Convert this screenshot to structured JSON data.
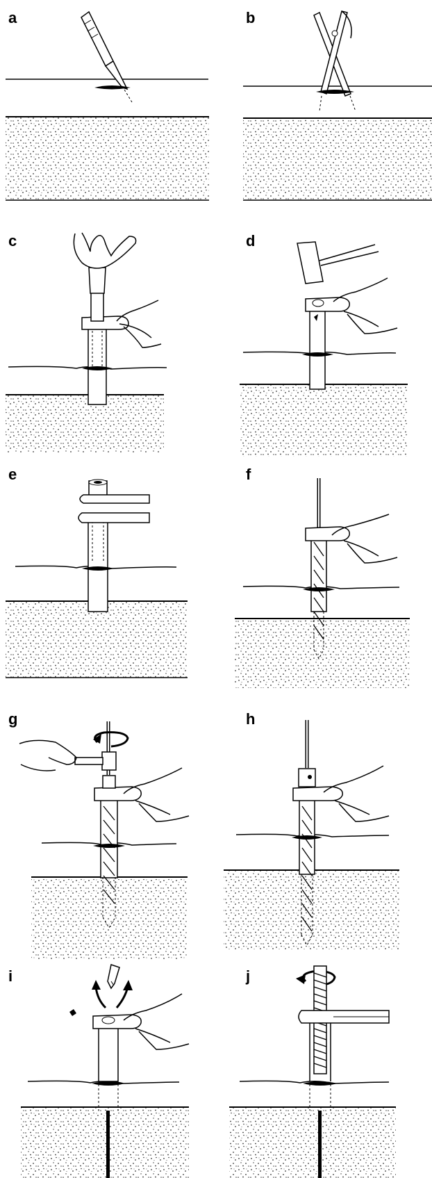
{
  "figure": {
    "panels": [
      {
        "id": "a",
        "label": "a",
        "step": "scalpel-incision"
      },
      {
        "id": "b",
        "label": "b",
        "step": "blunt-dissection-forceps"
      },
      {
        "id": "c",
        "label": "c",
        "step": "trocar-tapping"
      },
      {
        "id": "d",
        "label": "d",
        "step": "hammer-tapping"
      },
      {
        "id": "e",
        "label": "e",
        "step": "drill-guide-sleeves"
      },
      {
        "id": "f",
        "label": "f",
        "step": "drill-insertion"
      },
      {
        "id": "g",
        "label": "g",
        "step": "drilling-rotation"
      },
      {
        "id": "h",
        "label": "h",
        "step": "drill-advanced"
      },
      {
        "id": "i",
        "label": "i",
        "step": "drill-removal"
      },
      {
        "id": "j",
        "label": "j",
        "step": "screw-insertion-rotation"
      }
    ],
    "colors": {
      "ink": "#000000",
      "stipple": "#333333",
      "background": "#ffffff"
    }
  }
}
